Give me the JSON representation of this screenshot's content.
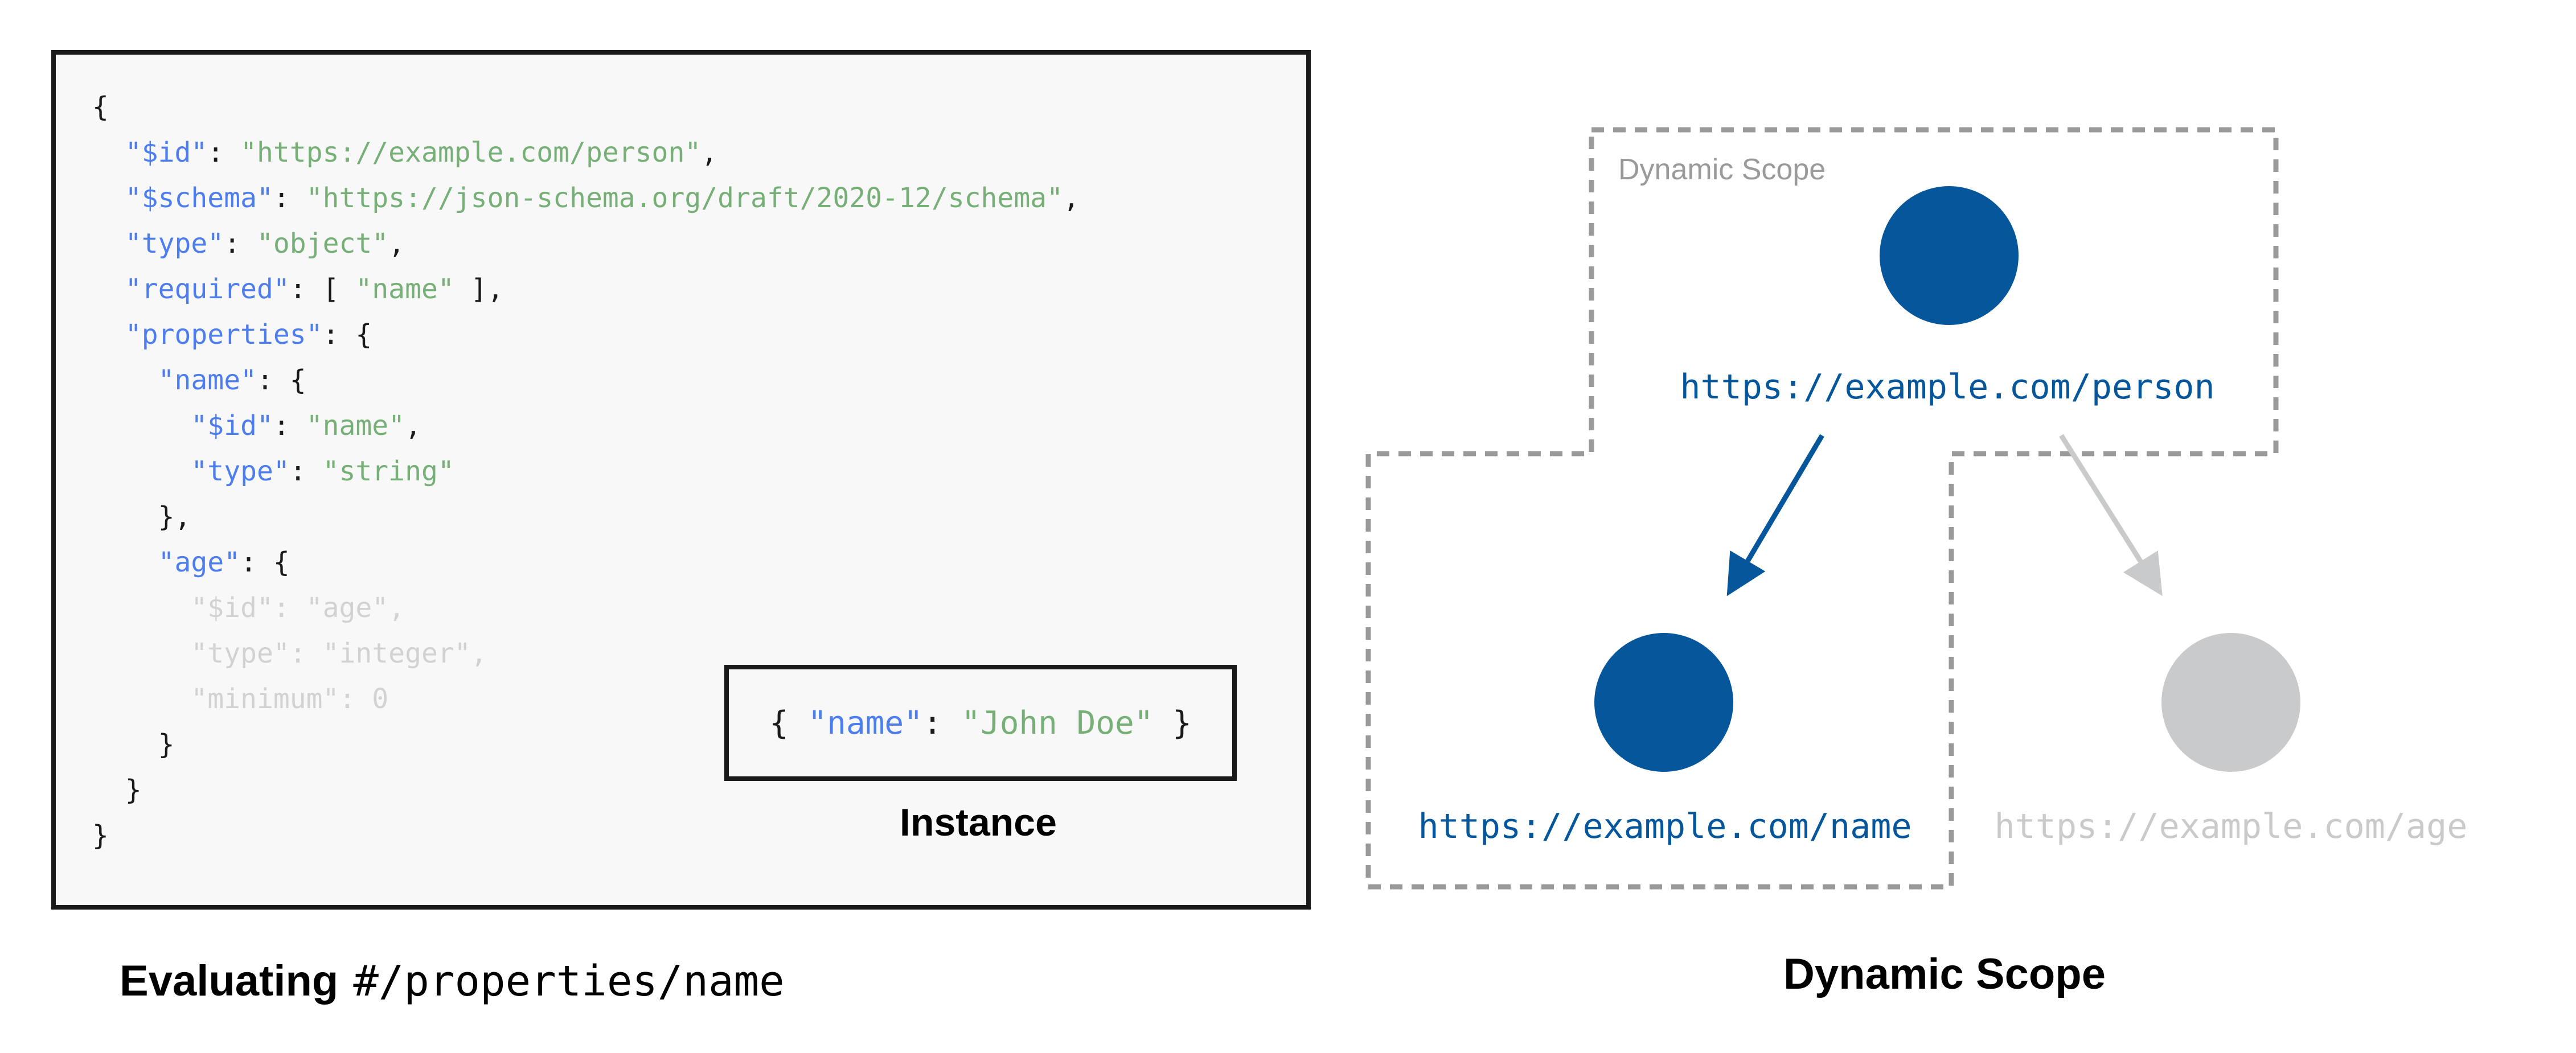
{
  "colors": {
    "ink": "#1a1a1a",
    "key_blue": "#4e7dee",
    "string_green": "#76b076",
    "muted_code_gray": "#d2d2d3",
    "navy": "#05569b",
    "light_gray": "#c9cacb",
    "dash_gray": "#9a9a9a",
    "panel_bg": "#f8f8f9"
  },
  "left": {
    "code": [
      [
        {
          "t": "{",
          "c": "p"
        }
      ],
      [
        {
          "t": "  ",
          "c": "p"
        },
        {
          "t": "\"$id\"",
          "c": "k"
        },
        {
          "t": ": ",
          "c": "p"
        },
        {
          "t": "\"https://example.com/person\"",
          "c": "s"
        },
        {
          "t": ",",
          "c": "p"
        }
      ],
      [
        {
          "t": "  ",
          "c": "p"
        },
        {
          "t": "\"$schema\"",
          "c": "k"
        },
        {
          "t": ": ",
          "c": "p"
        },
        {
          "t": "\"https://json-schema.org/draft/2020-12/schema\"",
          "c": "s"
        },
        {
          "t": ",",
          "c": "p"
        }
      ],
      [
        {
          "t": "  ",
          "c": "p"
        },
        {
          "t": "\"type\"",
          "c": "k"
        },
        {
          "t": ": ",
          "c": "p"
        },
        {
          "t": "\"object\"",
          "c": "s"
        },
        {
          "t": ",",
          "c": "p"
        }
      ],
      [
        {
          "t": "  ",
          "c": "p"
        },
        {
          "t": "\"required\"",
          "c": "k"
        },
        {
          "t": ": [ ",
          "c": "p"
        },
        {
          "t": "\"name\"",
          "c": "s"
        },
        {
          "t": " ],",
          "c": "p"
        }
      ],
      [
        {
          "t": "  ",
          "c": "p"
        },
        {
          "t": "\"properties\"",
          "c": "k"
        },
        {
          "t": ": {",
          "c": "p"
        }
      ],
      [
        {
          "t": "    ",
          "c": "p"
        },
        {
          "t": "\"name\"",
          "c": "k"
        },
        {
          "t": ": {",
          "c": "p"
        }
      ],
      [
        {
          "t": "      ",
          "c": "p"
        },
        {
          "t": "\"$id\"",
          "c": "k"
        },
        {
          "t": ": ",
          "c": "p"
        },
        {
          "t": "\"name\"",
          "c": "s"
        },
        {
          "t": ",",
          "c": "p"
        }
      ],
      [
        {
          "t": "      ",
          "c": "p"
        },
        {
          "t": "\"type\"",
          "c": "k"
        },
        {
          "t": ": ",
          "c": "p"
        },
        {
          "t": "\"string\"",
          "c": "s"
        }
      ],
      [
        {
          "t": "    },",
          "c": "p"
        }
      ],
      [
        {
          "t": "    ",
          "c": "p"
        },
        {
          "t": "\"age\"",
          "c": "k"
        },
        {
          "t": ": {",
          "c": "p"
        }
      ],
      [
        {
          "t": "      \"$id\": \"age\",",
          "c": "g"
        }
      ],
      [
        {
          "t": "      \"type\": \"integer\",",
          "c": "g"
        }
      ],
      [
        {
          "t": "      \"minimum\": 0",
          "c": "g"
        }
      ],
      [
        {
          "t": "    }",
          "c": "p"
        }
      ],
      [
        {
          "t": "  }",
          "c": "p"
        }
      ],
      [
        {
          "t": "}",
          "c": "p"
        }
      ]
    ],
    "instance": {
      "segments": [
        {
          "t": "{ ",
          "c": "p"
        },
        {
          "t": "\"name\"",
          "c": "k"
        },
        {
          "t": ": ",
          "c": "p"
        },
        {
          "t": "\"John Doe\"",
          "c": "s"
        },
        {
          "t": " }",
          "c": "p"
        }
      ],
      "label": "Instance"
    },
    "caption_bold": "Evaluating",
    "caption_mono": "#/properties/name"
  },
  "right": {
    "scope_label": "Dynamic Scope",
    "caption": "Dynamic Scope",
    "nodes": {
      "person": {
        "url": "https://example.com/person",
        "state": "active"
      },
      "name": {
        "url": "https://example.com/name",
        "state": "active"
      },
      "age": {
        "url": "https://example.com/age",
        "state": "inactive"
      }
    }
  }
}
